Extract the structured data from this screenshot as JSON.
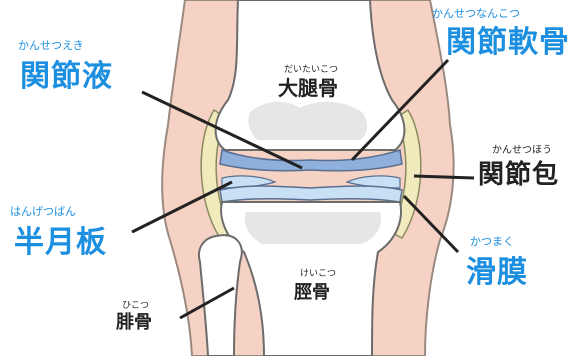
{
  "labels": {
    "synovial_fluid": {
      "reading": "かんせつえき",
      "name": "関節液"
    },
    "articular_cartilage": {
      "reading": "かんせつなんこつ",
      "name": "関節軟骨"
    },
    "femur": {
      "reading": "だいたいこつ",
      "name": "大腿骨"
    },
    "joint_capsule": {
      "reading": "かんせつほう",
      "name": "関節包"
    },
    "meniscus": {
      "reading": "はんげつばん",
      "name": "半月板"
    },
    "synovium": {
      "reading": "かつまく",
      "name": "滑膜"
    },
    "tibia": {
      "reading": "けいこつ",
      "name": "脛骨"
    },
    "fibula": {
      "reading": "ひこつ",
      "name": "腓骨"
    }
  },
  "colors": {
    "accent_label": "#1d8fe0",
    "dark_label": "#222222",
    "skin": "#f6d2c4",
    "skin_outline": "#9a8a80",
    "bone": "#ffffff",
    "bone_shadow": "#e6e6e6",
    "cartilage": "#8fb0dc",
    "meniscus": "#c8e0f4",
    "capsule": "#f0eabc"
  }
}
